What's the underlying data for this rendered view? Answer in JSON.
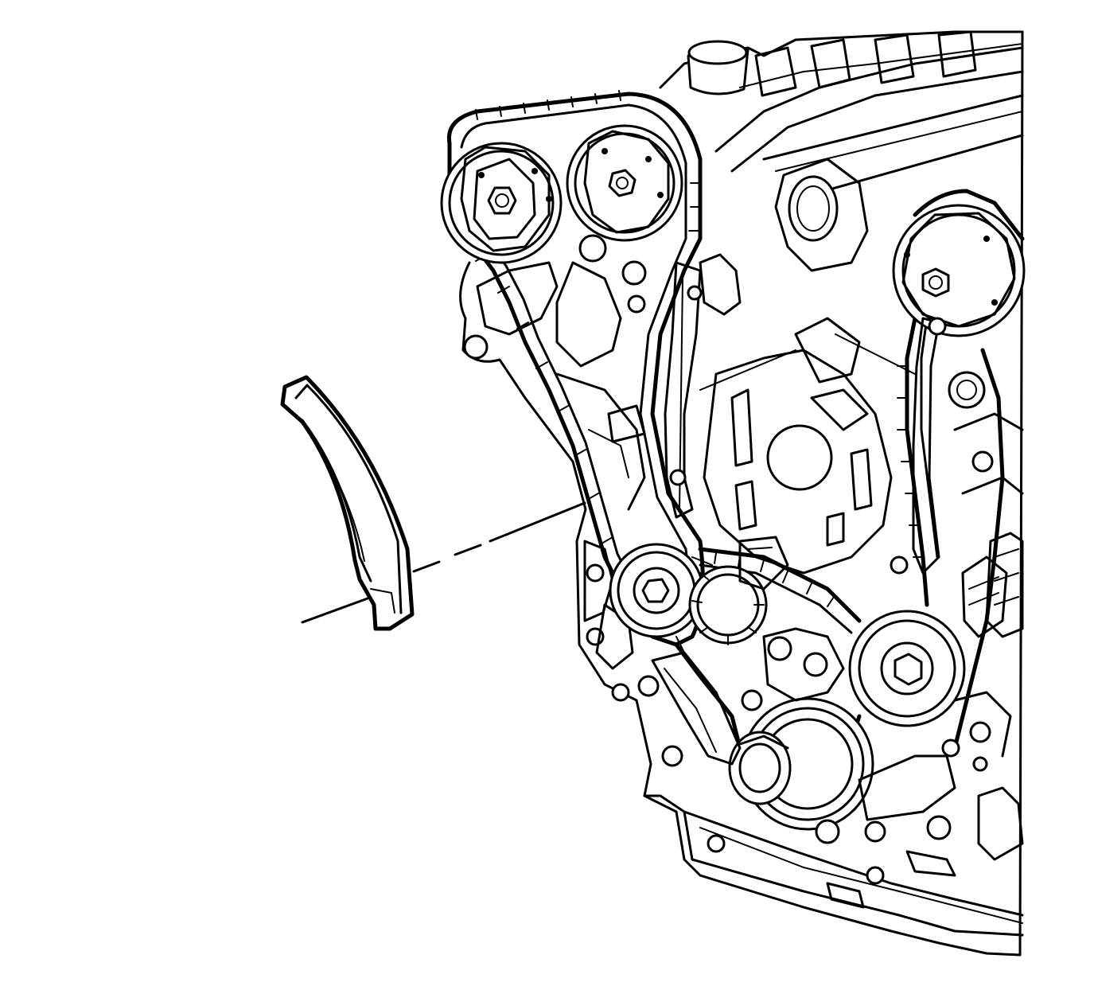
{
  "diagram": {
    "colors": {
      "line": "#000000",
      "background": "#ffffff"
    },
    "parts": [
      "timing-chain-guide",
      "engine-block",
      "left-intake-camshaft-sprocket",
      "left-exhaust-camshaft-sprocket",
      "right-camshaft-sprocket",
      "left-idler-sprocket",
      "right-idler-sprocket",
      "crankshaft-sprocket",
      "left-timing-chain",
      "right-timing-chain",
      "chain-tensioners",
      "oil-pump"
    ]
  }
}
